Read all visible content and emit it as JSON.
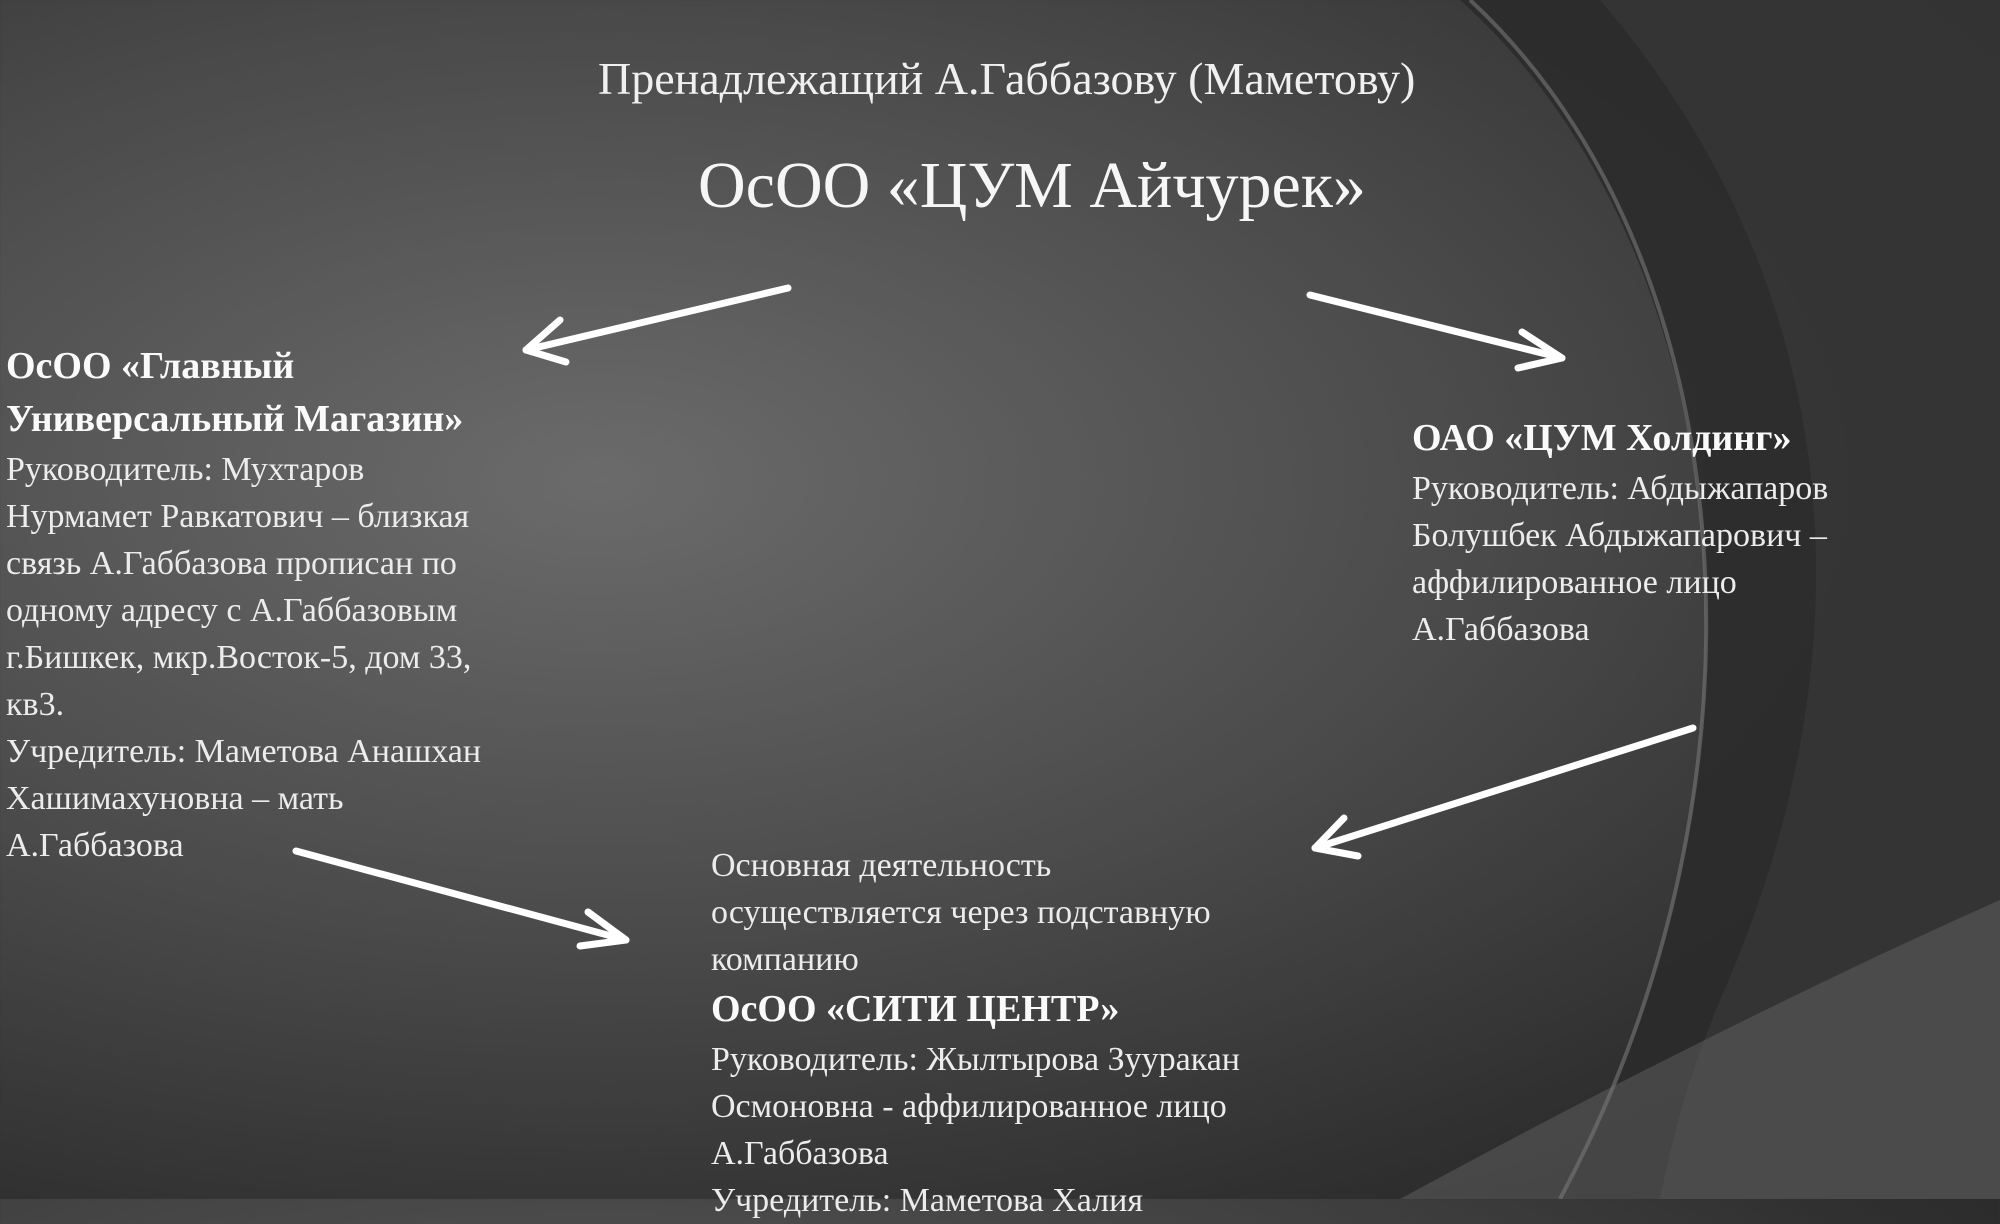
{
  "header": {
    "owner_line": "Пренадлежащий А.Габбазову (Маметову)",
    "main_company": "ОсОО «ЦУМ Айчурек»"
  },
  "left_block": {
    "title_lines": [
      "ОсОО «Главный",
      "Универсальный Магазин»"
    ],
    "lines": [
      "Руководитель: Мухтаров",
      "Нурмамет Равкатович – близкая",
      "связь А.Габбазова прописан по",
      "одному адресу с А.Габбазовым",
      "г.Бишкек, мкр.Восток-5, дом 33,",
      "кв3.",
      "Учредитель: Маметова Анашхан",
      "Хашимахуновна – мать",
      "А.Габбазова"
    ]
  },
  "right_block": {
    "title_lines": [
      "ОАО «ЦУМ Холдинг»"
    ],
    "lines": [
      "Руководитель: Абдыжапаров",
      "Болушбек Абдыжапарович –",
      "аффилированное лицо",
      "А.Габбазова"
    ]
  },
  "bottom_block": {
    "intro_lines": [
      "Основная деятельность",
      "осуществляется через подставную",
      "компанию"
    ],
    "title": "ОсОО «СИТИ ЦЕНТР»",
    "lines": [
      "Руководитель: Жылтырова Зууракан",
      "Осмоновна - аффилированное лицо",
      "А.Габбазова",
      "Учредитель: Маметова Халия"
    ]
  }
}
